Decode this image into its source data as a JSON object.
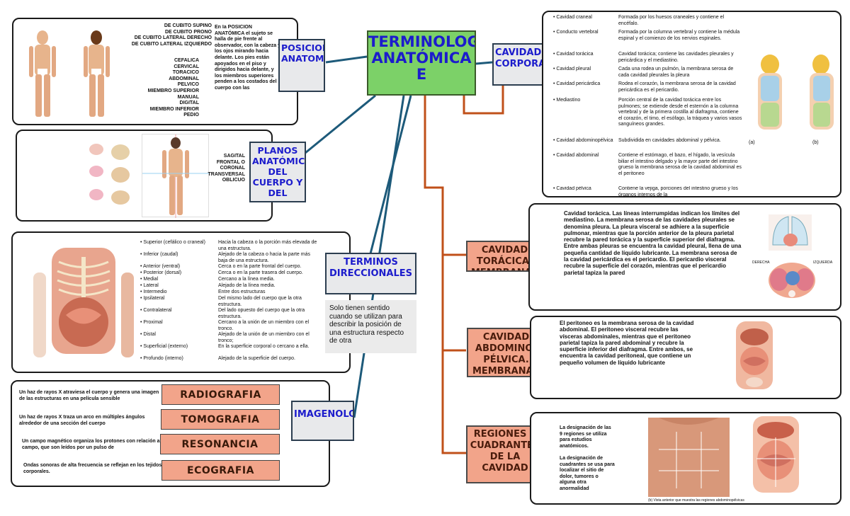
{
  "central": {
    "title": "TERMINOLOGÍA ANATÓMICA E"
  },
  "posiciones": {
    "title": "POSICIONES ANATOMICAS",
    "positions": [
      "DE CUBITO SUPINO",
      "DE CUBITO PRONO",
      "DE CUBITO LATERAL DERECHO",
      "DE CUBITO LATERAL IZQUIERDO"
    ],
    "regions": [
      "CEFALICA",
      "CERVICAL",
      "TORACICO",
      "ABDOMINAL",
      "PELVICO",
      "MIEMBRO SUPERIOR",
      "MANUAL",
      "DIGITAL",
      "MIEMBRO INFERIOR",
      "PEDIO"
    ],
    "description": "En la POSICIÓN ANATÓMICA el sujeto se halla de pie frente al observador, con la cabeza y los ojos mirando hacia delante. Los pies están apoyados en el piso y dirigidos hacia delante, y los miembros superiores penden a los costados del cuerpo con las"
  },
  "planos": {
    "title": "PLANOS ANATÓMICOS DEL CUERPO Y DEL",
    "items": [
      "SAGITAL",
      "FRONTAL O CORONAL",
      "TRANSVERSAL",
      "OBLICUO"
    ]
  },
  "direccionales": {
    "title": "TERMINOS DIRECCIONALES",
    "note": "Solo tienen sentido cuando se utilizan para describir la posición de una estructura respecto de otra",
    "terms": [
      {
        "term": "Superior (cefálico o craneal)",
        "def": "Hacia la cabeza o la porción más elevada de una estructura."
      },
      {
        "term": "Inferior (caudal)",
        "def": "Alejado de la cabeza o hacia la parte más baja de una estructura."
      },
      {
        "term": "Anterior (ventral)",
        "def": "Cerca o en la parte frontal del cuerpo."
      },
      {
        "term": "Posterior (dorsal)",
        "def": "Cerca o en la parte trasera del cuerpo."
      },
      {
        "term": "Medial",
        "def": "Cercano a la línea media."
      },
      {
        "term": "Lateral",
        "def": "Alejado de la línea media."
      },
      {
        "term": "Intermedio",
        "def": "Entre dos estructuras"
      },
      {
        "term": "Ipsilateral",
        "def": "Del mismo lado del cuerpo que la otra estructura."
      },
      {
        "term": "Contralateral",
        "def": "Del lado opuesto del cuerpo que la otra estructura."
      },
      {
        "term": "Proximal",
        "def": "Cercano a la unión de un miembro con el tronco."
      },
      {
        "term": "Distal",
        "def": "Alejado de la unión de un miembro con el tronco;"
      },
      {
        "term": "Superficial (externo)",
        "def": "En la superficie corporal o cercano a ella."
      },
      {
        "term": "Profundo (interno)",
        "def": "Alejado de la superficie del cuerpo."
      }
    ]
  },
  "imagenologia": {
    "title": "IMAGENOLOGIA",
    "items": [
      {
        "label": "RADIOGRAFIA",
        "desc": "Un haz de rayos X atraviesa el cuerpo y genera una imagen de las estructuras en una película sensible"
      },
      {
        "label": "TOMOGRAFIA",
        "desc": "Un haz de rayos X traza un arco en múltiples ángulos alrededor de una sección del cuerpo"
      },
      {
        "label": "RESONANCIA",
        "desc": "Un campo magnético organiza los protones con relación al campo, que son leídos por un pulso de"
      },
      {
        "label": "ECOGRAFIA",
        "desc": "Ondas sonoras de alta frecuencia se reflejan en los tejidos corporales."
      }
    ]
  },
  "cavidades": {
    "title": "CAVIDADES CORPORALES",
    "rows": [
      {
        "name": "Cavidad craneal",
        "desc": "Formada por los huesos craneales y contiene el encéfalo."
      },
      {
        "name": "Conducto vertebral",
        "desc": "Formada por la columna vertebral y contiene la médula espinal y el comienzo de los nervios espinales."
      },
      {
        "name": "Cavidad torácica",
        "desc": "Cavidad torácica; contiene las cavidades pleurales y pericárdica y el mediastino."
      },
      {
        "name": "Cavidad pleural",
        "desc": "Cada una rodea un pulmón, la membrana serosa de cada cavidad pleurales la pleura"
      },
      {
        "name": "Cavidad pericárdica",
        "desc": "Rodea el corazón, la membrana serosa de la cavidad pericárdica es el pericardio."
      },
      {
        "name": "Mediastino",
        "desc": "Porción central de la cavidad torácica entre los pulmones; se extiende desde el esternón a la columna vertebral y de la primera costilla al diafragma, contiene el corazón, el timo, el esófago, la tráquea y varios vasos sanguíneos grandes."
      },
      {
        "name": "Cavidad abdominopélvica",
        "desc": "Subdividida en cavidades abdominal y pélvica."
      },
      {
        "name": "Cavidad abdominal",
        "desc": "Contiene el estómago, el bazo, el hígado, la vesícula biliar el intestino delgado y la mayor parte del intestino grueso la membrana serosa de la cavidad abdominal es el peritoneo"
      },
      {
        "name": "Cavidad pélvica",
        "desc": "Contiene la vejiga, porciones del intestino grueso y los órganos internos de la"
      }
    ],
    "fig_labels": [
      "(a)",
      "(b)"
    ]
  },
  "toracica": {
    "title": "CAVIDAD TORÁCICA. MEMBRANAS",
    "text": "Cavidad torácica. Las líneas interrumpidas indican los límites del mediastino. La membrana serosa de las cavidades pleurales se denomina pleura. La pleura visceral se adhiere a la superficie pulmonar, mientras que la porción anterior de la pleura parietal recubre la pared torácica y la superficie superior del diafragma. Entre ambas pleuras se encuentra la cavidad pleural, llena de una pequeña cantidad de líquido lubricante. La membrana serosa de la cavidad pericárdica es el pericardio. El pericardio visceral recubre la superficie del corazón, mientras que el pericardio parietal tapiza la pared",
    "fig_labels": [
      "DERECHA",
      "IZQUIERDA"
    ]
  },
  "abdominopelvica": {
    "title": "CAVIDAD ABDOMINO-PÉLVICA. MEMBRANAS",
    "text": "El peritoneo es la membrana serosa de la cavidad abdominal. El peritoneo visceral recubre las vísceras abdominales, mientras que el peritoneo parietal tapiza la pared abdominal y recubre la superficie inferior del diafragma. Entre ambos, se encuentra la cavidad peritoneal, que contiene un pequeño volumen de líquido lubricante"
  },
  "regiones": {
    "title": "REGIONES Y CUADRANTES DE LA CAVIDAD",
    "text1": "La designación de las 9 regiones se utiliza para estudios anatómicos.",
    "text2": "La designación de cuadrantes se usa para localizar el sitio de dolor, tumores o alguna otra anormalidad",
    "caption": "(b) Vista anterior que muestra las regiones abdominopélvicas"
  },
  "colors": {
    "central": "#7cd168",
    "topic": "#e8e9eb",
    "topic_text": "#1c1ccc",
    "orange": "#f2a48a",
    "connector_blue": "#1d5a7a",
    "connector_orange": "#c0501a"
  }
}
